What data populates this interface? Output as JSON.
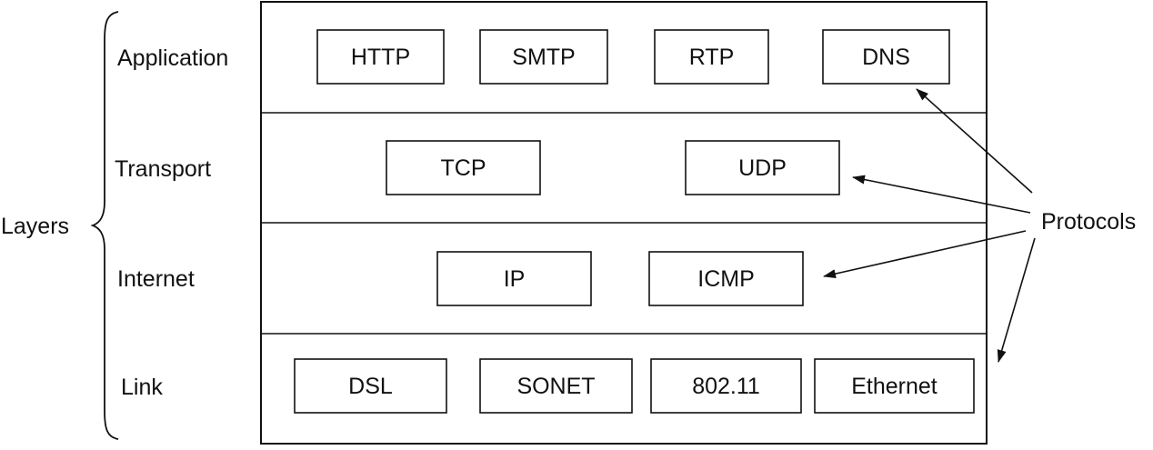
{
  "layers_label": "Layers",
  "protocols_label": "Protocols",
  "layers": [
    {
      "name": "Application",
      "protocols": [
        "HTTP",
        "SMTP",
        "RTP",
        "DNS"
      ]
    },
    {
      "name": "Transport",
      "protocols": [
        "TCP",
        "UDP"
      ]
    },
    {
      "name": "Internet",
      "protocols": [
        "IP",
        "ICMP"
      ]
    },
    {
      "name": "Link",
      "protocols": [
        "DSL",
        "SONET",
        "802.11",
        "Ethernet"
      ]
    }
  ],
  "colors": {
    "stroke": "#111111",
    "background": "#ffffff"
  }
}
